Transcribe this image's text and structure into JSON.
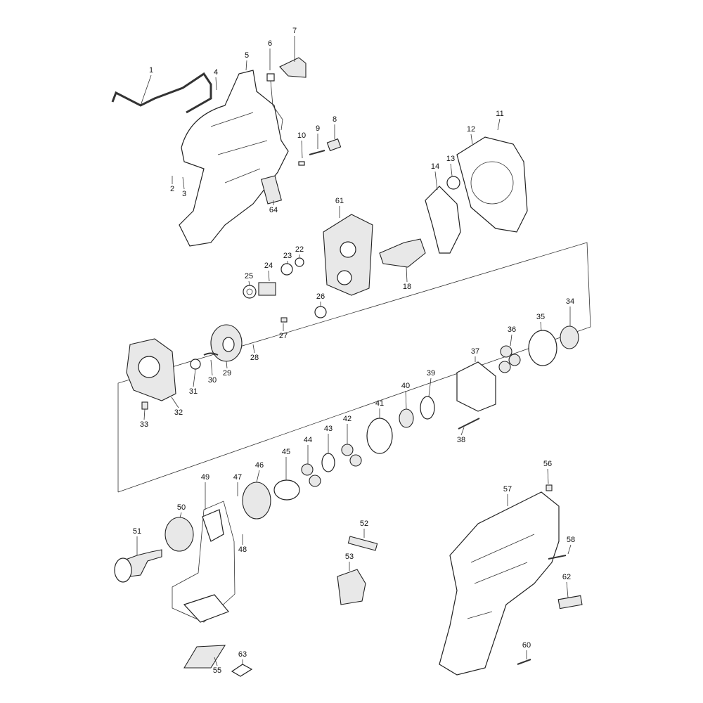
{
  "diagram": {
    "type": "exploded parts diagram",
    "part_labels": [
      "1",
      "2",
      "3",
      "4",
      "5",
      "6",
      "7",
      "8",
      "9",
      "10",
      "11",
      "12",
      "13",
      "14",
      "18",
      "22",
      "23",
      "24",
      "25",
      "26",
      "27",
      "28",
      "29",
      "30",
      "31",
      "32",
      "33",
      "34",
      "35",
      "36",
      "37",
      "38",
      "39",
      "40",
      "41",
      "42",
      "43",
      "44",
      "45",
      "46",
      "47",
      "48",
      "49",
      "50",
      "51",
      "52",
      "53",
      "55",
      "56",
      "57",
      "58",
      "60",
      "61",
      "62",
      "63",
      "64"
    ]
  }
}
